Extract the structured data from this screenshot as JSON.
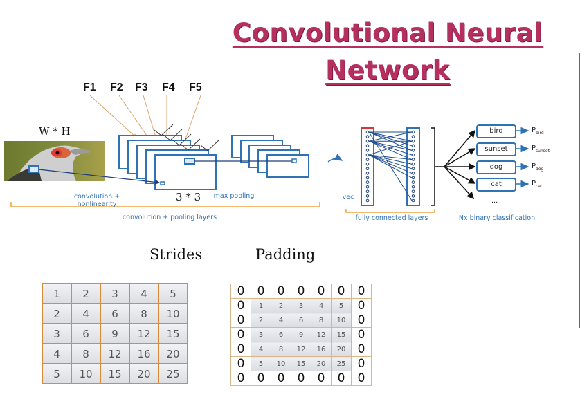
{
  "title": {
    "line1": "Convolutional Neural",
    "line2": "Network",
    "color": "#b5305e"
  },
  "cnn_diagram": {
    "filters": [
      "F1",
      "F2",
      "F3",
      "F4",
      "F5"
    ],
    "input_label": "W * H",
    "kernel_label": "3 * 3",
    "caption_conv_line1": "convolution +",
    "caption_conv_line2": "nonlinearity",
    "caption_pool": "max pooling",
    "caption_conv_pool_layers": "convolution + pooling layers",
    "caption_vec": "vec",
    "ellipsis_fc": "...",
    "caption_fc": "fully connected layers",
    "caption_classification": "Nx binary classification",
    "classes": [
      {
        "label": "bird",
        "prob": "P",
        "sub": "bird"
      },
      {
        "label": "sunset",
        "prob": "P",
        "sub": "sunset"
      },
      {
        "label": "dog",
        "prob": "P",
        "sub": "dog"
      },
      {
        "label": "cat",
        "prob": "P",
        "sub": "cat"
      }
    ],
    "classes_ellipsis": "...",
    "colors": {
      "layer_blue": "#2f73b5",
      "arrow_orange": "#d9a46a",
      "bracket_orange": "#f0a040",
      "vec_red": "#d9343a",
      "dark_blue": "#1f3f7a"
    }
  },
  "strides": {
    "title": "Strides",
    "rows": [
      [
        "1",
        "2",
        "3",
        "4",
        "5"
      ],
      [
        "2",
        "4",
        "6",
        "8",
        "10"
      ],
      [
        "3",
        "6",
        "9",
        "12",
        "15"
      ],
      [
        "4",
        "8",
        "12",
        "16",
        "20"
      ],
      [
        "5",
        "10",
        "15",
        "20",
        "25"
      ]
    ]
  },
  "padding": {
    "title": "Padding",
    "pad_value": "0",
    "rows": [
      [
        "0",
        "0",
        "0",
        "0",
        "0",
        "0",
        "0"
      ],
      [
        "0",
        "1",
        "2",
        "3",
        "4",
        "5",
        "0"
      ],
      [
        "0",
        "2",
        "4",
        "6",
        "8",
        "10",
        "0"
      ],
      [
        "0",
        "3",
        "6",
        "9",
        "12",
        "15",
        "0"
      ],
      [
        "0",
        "4",
        "8",
        "12",
        "16",
        "20",
        "0"
      ],
      [
        "0",
        "5",
        "10",
        "15",
        "20",
        "25",
        "0"
      ],
      [
        "0",
        "0",
        "0",
        "0",
        "0",
        "0",
        "0"
      ]
    ]
  }
}
